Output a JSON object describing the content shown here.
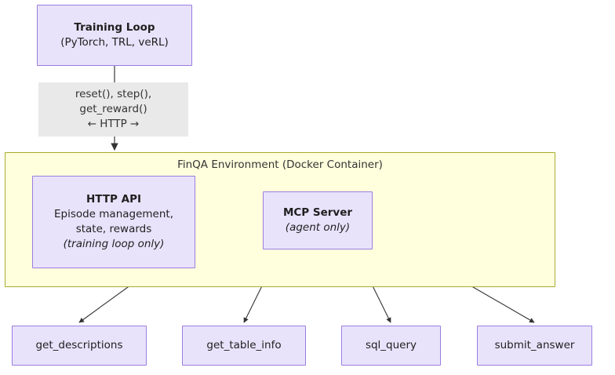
{
  "diagram": {
    "type": "flowchart",
    "title_visible": false,
    "colors": {
      "process_fill": "#e8e3fb",
      "process_stroke": "#9c7ce0",
      "note_fill": "#e9e9e9",
      "cluster_fill": "#ffffdd",
      "cluster_stroke": "#aaaa33",
      "edge_stroke": "#333333",
      "text": "#1f1f1f"
    }
  },
  "training_loop": {
    "line1": "Training Loop",
    "line2": "(PyTorch, TRL, veRL)"
  },
  "edge_note": {
    "line1": "reset(), step(),",
    "line2": "get_reward()",
    "line3": "← HTTP →"
  },
  "cluster": {
    "label": "FinQA Environment (Docker Container)"
  },
  "http_api": {
    "title": "HTTP API",
    "line1": "Episode management,",
    "line2": "state, rewards",
    "line3": "(training loop only)"
  },
  "mcp_server": {
    "title": "MCP Server",
    "subtitle": "(agent only)"
  },
  "tools": [
    {
      "label": "get_descriptions"
    },
    {
      "label": "get_table_info"
    },
    {
      "label": "sql_query"
    },
    {
      "label": "submit_answer"
    }
  ]
}
